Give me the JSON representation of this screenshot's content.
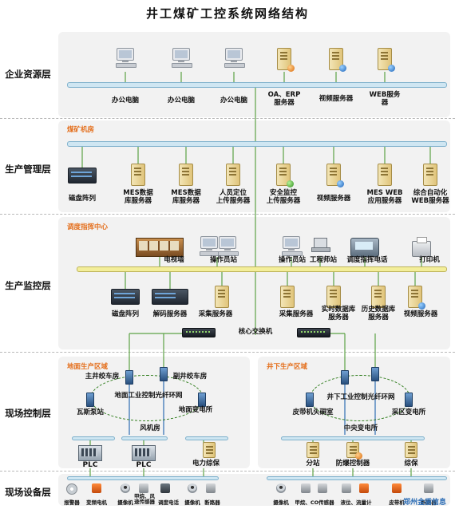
{
  "title": "井工煤矿工控系统网络结构",
  "layers": {
    "enterprise": "企业资源层",
    "management": "生产管理层",
    "monitoring": "生产监控层",
    "field_control": "现场控制层",
    "field_devices": "现场设备层"
  },
  "enterprise": {
    "nodes": [
      "办公电脑",
      "办公电脑",
      "办公电脑",
      "OA、ERP\n服务器",
      "视频服务器",
      "WEB服务\n器"
    ]
  },
  "management": {
    "section": "煤矿机房",
    "nodes": [
      "磁盘阵列",
      "MES数据\n库服务器",
      "MES数据\n库服务器",
      "人员定位\n上传服务器",
      "安全监控\n上传服务器",
      "视频服务器",
      "MES WEB\n应用服务器",
      "综合自动化\nWEB服务器"
    ]
  },
  "monitoring": {
    "section": "调度指挥中心",
    "top_nodes": [
      "电视墙",
      "操作员站",
      "操作员站",
      "工程师站",
      "调度指挥电话",
      "打印机"
    ],
    "bottom_nodes": [
      "磁盘阵列",
      "解码服务器",
      "采集服务器",
      "采集服务器",
      "实时数据库\n服务器",
      "历史数据库\n服务器",
      "视频服务器"
    ],
    "core_switch": "核心交换机"
  },
  "surface": {
    "section": "地面生产区域",
    "ring_label": "地面工业控制光纤环网",
    "stations": [
      "主井绞车房",
      "副井绞车房",
      "瓦斯泵站",
      "地面变电所",
      "风机房"
    ],
    "controllers": [
      "PLC",
      "PLC",
      "电力综保"
    ]
  },
  "underground": {
    "section": "井下生产区域",
    "ring_label": "井下工业控制光纤环网",
    "stations": [
      "皮带机头硐室",
      "采区变电所",
      "中央变电所"
    ],
    "controllers": [
      "分站",
      "防爆控制器",
      "综保"
    ]
  },
  "devices": {
    "surface": [
      "报警器",
      "变频电机",
      "摄像机",
      "甲烷、风\n速传感器",
      "调度电话",
      "摄像机",
      "断路器"
    ],
    "underground": [
      "摄像机",
      "甲烷、CO传感器",
      "液位、流量计",
      "皮带机",
      "断路器"
    ]
  },
  "watermark": "郑州金盾信息"
}
